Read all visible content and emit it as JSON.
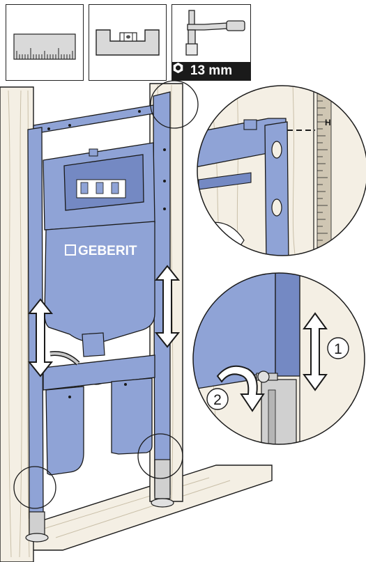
{
  "tools": {
    "wrench_size": "13 mm"
  },
  "logo_text": "GEBERIT",
  "detail_top": {
    "height_mark": "H"
  },
  "detail_bottom": {
    "step_1": "1",
    "step_2": "2"
  },
  "colors": {
    "frame_blue": "#8fa3d6",
    "frame_blue_dark": "#6f86c4",
    "wood": "#f4efe4",
    "line": "#1a1a1a",
    "label_bg": "#1a1a1a"
  },
  "icons": [
    "ruler-icon",
    "spirit-level-icon",
    "socket-wrench-icon",
    "hex-nut-icon",
    "up-down-arrow-icon",
    "rotate-arrow-icon"
  ]
}
